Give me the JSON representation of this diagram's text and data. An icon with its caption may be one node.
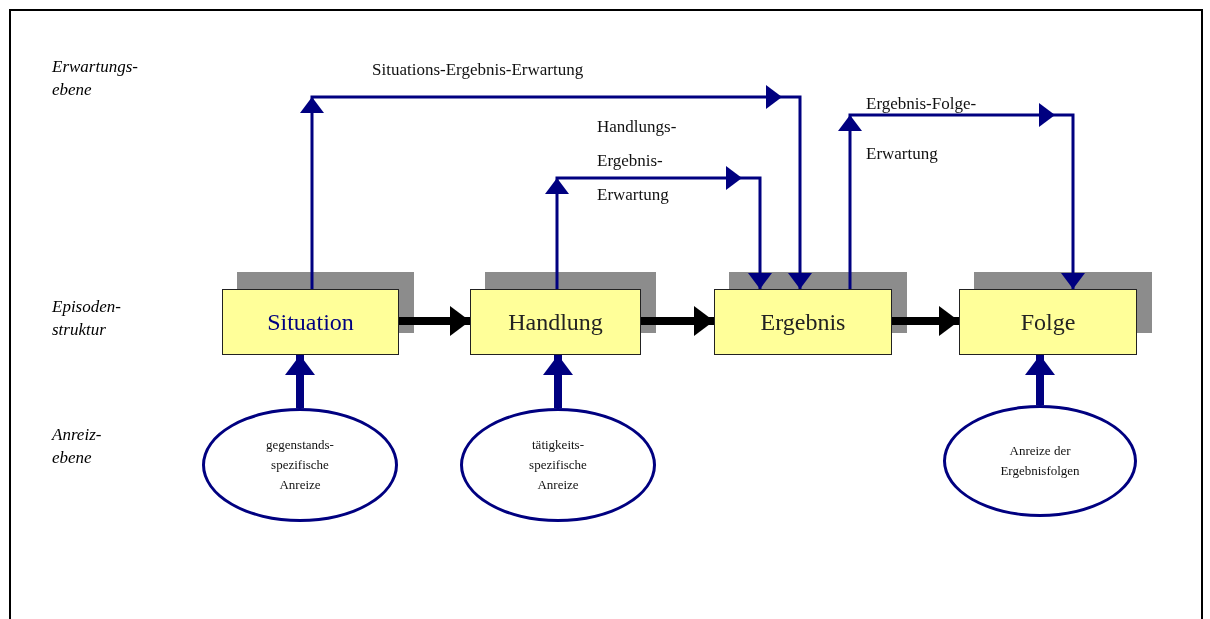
{
  "diagram": {
    "nodes": [
      {
        "text": [
          "Situation"
        ]
      },
      {
        "text": [
          "Handlung"
        ]
      },
      {
        "text": [
          "Ergebnis"
        ]
      },
      {
        "text": [
          "Folge"
        ]
      },
      {
        "text": [
          "gegenstands-spezifische Anreize"
        ]
      },
      {
        "text": [
          "tätigkeits-spezifische Anreize"
        ]
      },
      {
        "text": [
          "Anreize der Ergebnisfolgen"
        ]
      }
    ],
    "edges": [
      {
        "from": 0,
        "to": 1,
        "arrow": "to",
        "color": "#000000"
      },
      {
        "from": 1,
        "to": 2,
        "arrow": "to",
        "color": "#000000"
      },
      {
        "from": 2,
        "to": 3,
        "arrow": "to",
        "color": "#000000"
      },
      {
        "from": 4,
        "to": 0,
        "arrow": "to"
      },
      {
        "from": 5,
        "to": 1,
        "arrow": "to"
      },
      {
        "from": 6,
        "to": 3,
        "arrow": "to"
      },
      {
        "from": 0,
        "to": 2,
        "arrow": "to",
        "label": "Situations-Ergebnis-Erwartung"
      },
      {
        "from": 1,
        "to": 2,
        "arrow": "to",
        "label": "Handlungs- Ergebnis- Erwartung"
      },
      {
        "from": 2,
        "to": 3,
        "arrow": "to",
        "label": "Ergebnis-Folge- Erwartung"
      }
    ],
    "labels": [
      "Erwartungs- ebene",
      "Episoden- struktur",
      "Anreiz- ebene"
    ]
  }
}
